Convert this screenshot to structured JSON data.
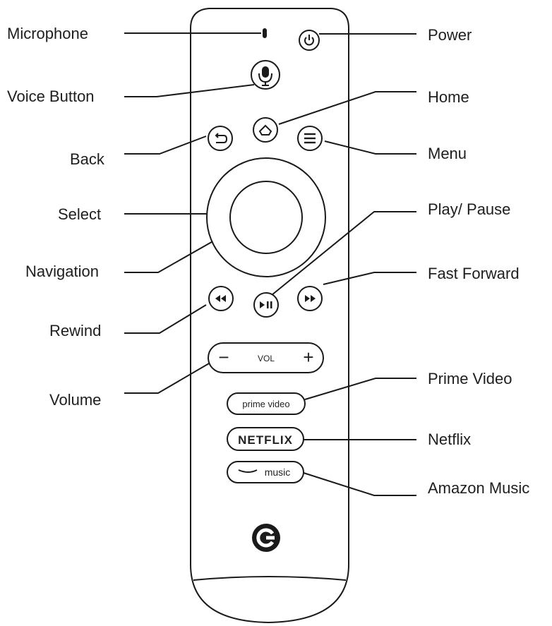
{
  "labels_left": {
    "microphone": "Microphone",
    "voice_button": "Voice Button",
    "back": "Back",
    "select": "Select",
    "navigation": "Navigation",
    "rewind": "Rewind",
    "volume": "Volume"
  },
  "labels_right": {
    "power": "Power",
    "home": "Home",
    "menu": "Menu",
    "play_pause": "Play/ Pause",
    "fast_forward": "Fast Forward",
    "prime_video": "Prime Video",
    "netflix": "Netflix",
    "amazon_music": "Amazon Music"
  },
  "remote": {
    "vol_text": "VOL",
    "vol_minus": "−",
    "vol_plus": "+",
    "prime_button_text": "prime video",
    "netflix_button_text": "NETFLIX",
    "music_button_text": "music"
  },
  "icons": [
    "power-icon",
    "microphone-icon",
    "home-icon",
    "back-icon",
    "menu-icon",
    "rewind-icon",
    "play-pause-icon",
    "fast-forward-icon",
    "brand-logo"
  ],
  "colors": {
    "ink": "#1a1a1a",
    "background": "#ffffff"
  }
}
